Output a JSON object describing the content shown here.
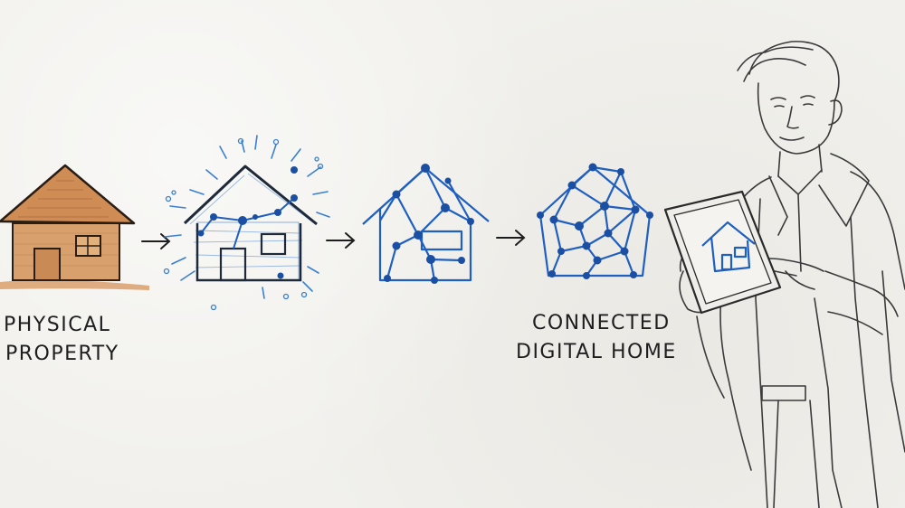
{
  "labels": {
    "physical_line1": "PHYSICAL",
    "physical_line2": "PROPERTY",
    "connected_line1": "CONNECTED",
    "connected_line2": "DIGITAL HOME"
  },
  "colors": {
    "background": "#f1f0ec",
    "ink": "#1e1e1e",
    "wood": "#d89a63",
    "network_blue": "#1f5fbf",
    "node_blue": "#1a4fa3",
    "pencil": "#3a3a3a"
  },
  "icons": [
    "house-icon",
    "arrow-right-icon",
    "tablet-icon",
    "person-icon"
  ]
}
